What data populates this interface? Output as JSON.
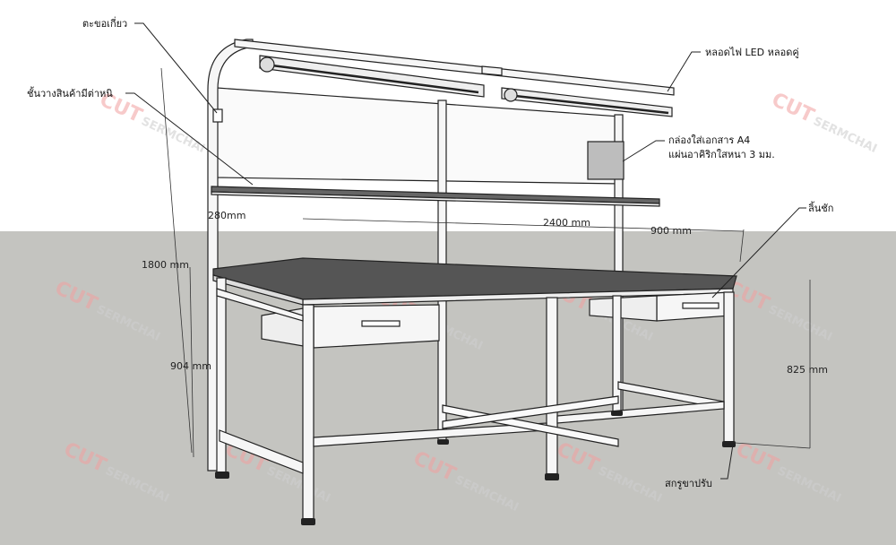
{
  "labels": {
    "hook": "ตะขอเกี่ยว",
    "shelf": "ชั้นวางสินค้ามีต่าหนิ",
    "led": "หลอดไฟ LED  หลอดคู่",
    "doc_box_1": "กล่องใส่เอกสาร A4",
    "doc_box_2": "แผ่นอาคิริกใสหนา 3 มม.",
    "drawer": "ลิ้นชัก",
    "feet": "สกรูขาปรับ"
  },
  "dimensions": {
    "shelf_depth": "280mm",
    "width": "2400 mm",
    "drawer_width": "900 mm",
    "total_height": "1800 mm",
    "left_height": "904 mm",
    "right_height": "825 mm"
  },
  "watermark": {
    "brand": "CUT",
    "name": "SERMCHAI"
  },
  "colors": {
    "floor": "#c4c4c0",
    "wall": "#ffffff",
    "frame": "#f6f6f6",
    "top": "#555555",
    "outline": "#222222",
    "watermark": "#f2a0a0"
  }
}
